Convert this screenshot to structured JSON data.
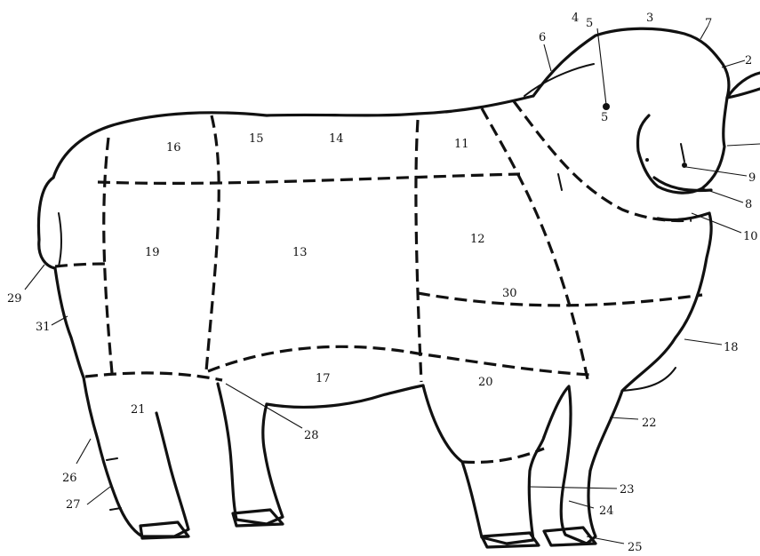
{
  "diagram": {
    "region_labels": {
      "r11": "11",
      "r12": "12",
      "r13": "13",
      "r14": "14",
      "r15": "15",
      "r16": "16",
      "r17": "17",
      "r19": "19",
      "r20": "20",
      "r21": "21",
      "r30": "30"
    },
    "callouts": {
      "c2": "2",
      "c3": "3",
      "c4": "4",
      "c5a": "5",
      "c5b": "5",
      "c6": "6",
      "c7": "7",
      "c8": "8",
      "c9": "9",
      "c10": "10",
      "c18": "18",
      "c22": "22",
      "c23": "23",
      "c24": "24",
      "c25": "25",
      "c26": "26",
      "c27": "27",
      "c28": "28",
      "c29": "29",
      "c31": "31"
    }
  }
}
